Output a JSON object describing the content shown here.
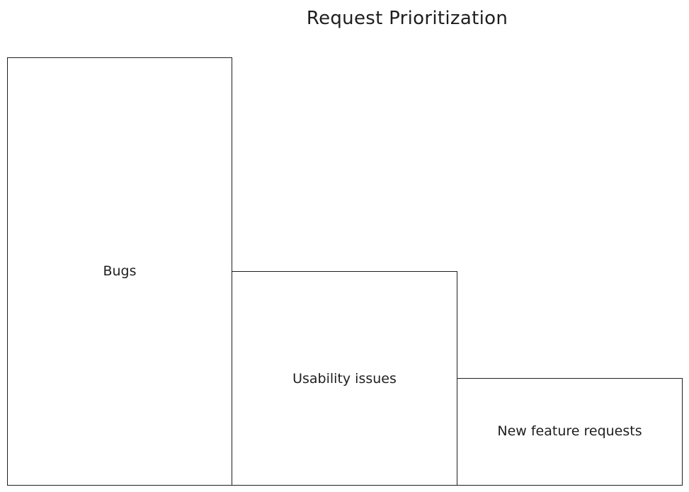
{
  "diagram": {
    "title": "Request Prioritization",
    "blocks": [
      {
        "label": "Bugs"
      },
      {
        "label": "Usability issues"
      },
      {
        "label": "New feature requests"
      }
    ]
  }
}
